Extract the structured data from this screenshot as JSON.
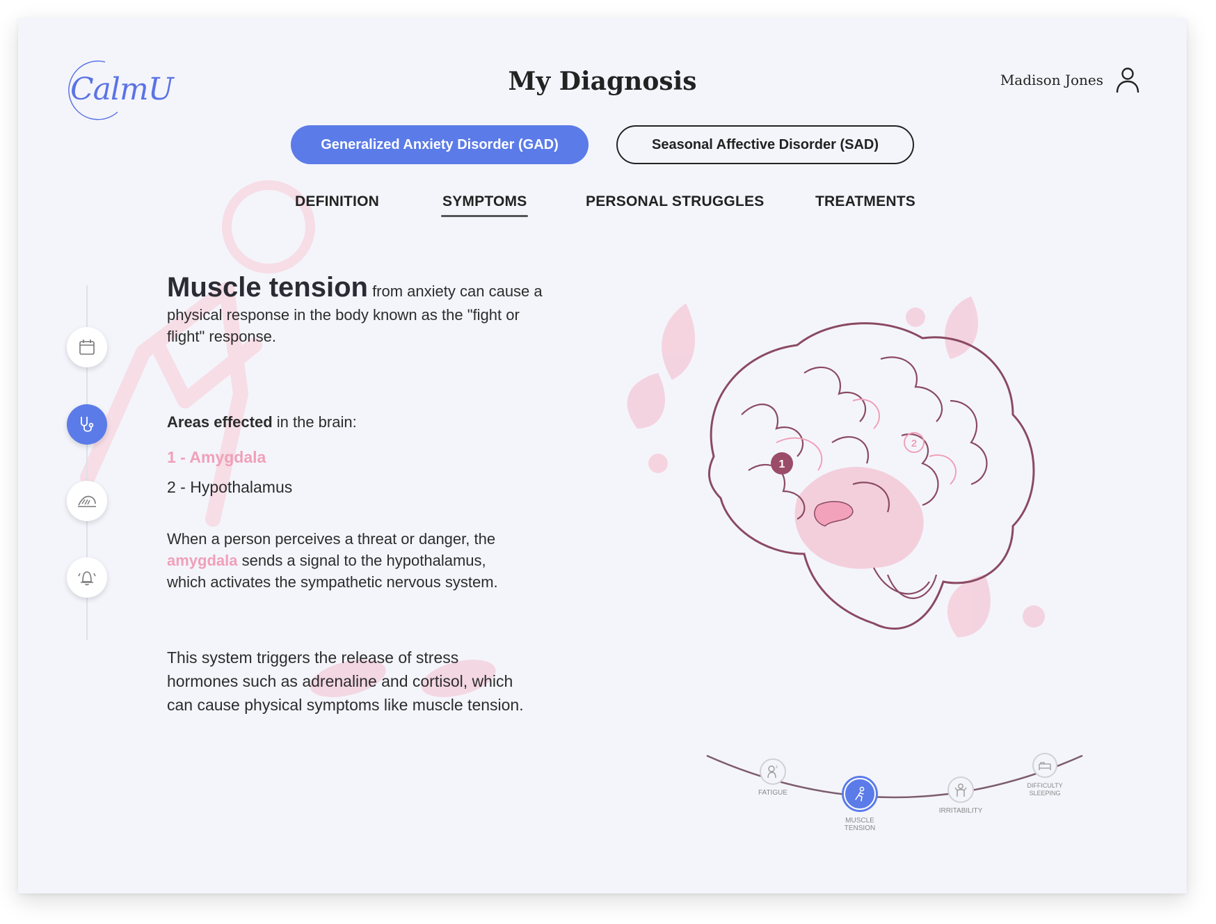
{
  "app": {
    "logo": "CalmU",
    "page_title": "My Diagnosis"
  },
  "user": {
    "name": "Madison Jones",
    "icon": "user-icon"
  },
  "diagnoses": [
    {
      "label": "Generalized Anxiety Disorder (GAD)",
      "active": true
    },
    {
      "label": "Seasonal Affective Disorder (SAD)",
      "active": false
    }
  ],
  "tabs": [
    {
      "label": "DEFINITION",
      "active": false
    },
    {
      "label": "SYMPTOMS",
      "active": true
    },
    {
      "label": "PERSONAL STRUGGLES",
      "active": false
    },
    {
      "label": "TREATMENTS",
      "active": false
    }
  ],
  "sidebar": [
    {
      "icon": "calendar-icon",
      "active": false
    },
    {
      "icon": "stethoscope-icon",
      "active": true
    },
    {
      "icon": "support-hands-icon",
      "active": false
    },
    {
      "icon": "alert-bell-icon",
      "active": false
    }
  ],
  "content": {
    "heading": "Muscle tension",
    "intro_1": " from anxiety can cause a",
    "intro_2": "physical response in the body known as the \"fight or",
    "intro_3": "flight\" response.",
    "areas_bold": "Areas effected",
    "areas_rest": " in the brain:",
    "area_1": "1 - Amygdala",
    "area_2": "2 - Hypothalamus",
    "para1_line1": "When a person perceives a threat or danger, the",
    "para1_pink": "amygdala",
    "para1_line2_rest": " sends a signal to the hypothalamus,",
    "para1_line3": "which activates the sympathetic nervous system.",
    "para2_line1": "This system triggers the release of stress",
    "para2_line2": "hormones such as adrenaline and cortisol, which",
    "para2_line3": "can cause physical symptoms like muscle tension."
  },
  "brain_markers": [
    {
      "label": "1"
    },
    {
      "label": "2"
    }
  ],
  "symptoms": [
    {
      "label": "FATIGUE",
      "icon": "fatigue-icon",
      "active": false
    },
    {
      "label": "MUSCLE TENSION",
      "icon": "muscle-tension-icon",
      "active": true
    },
    {
      "label": "IRRITABILITY",
      "icon": "irritability-icon",
      "active": false
    },
    {
      "label_1": "DIFFICULTY",
      "label_2": "SLEEPING",
      "icon": "bed-icon",
      "active": false
    }
  ],
  "colors": {
    "accent": "#5b7be8",
    "pink": "#f0a0b8",
    "brain_line": "#8a4a62"
  }
}
